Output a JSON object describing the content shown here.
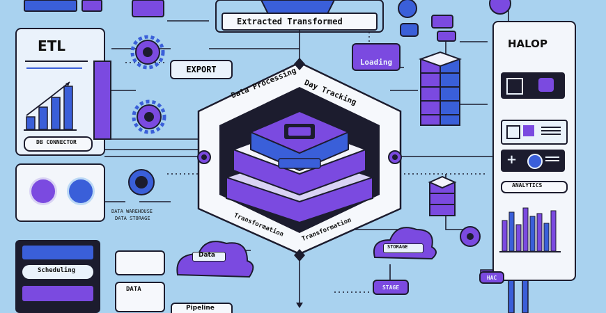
{
  "top_banner": {
    "text": "Extracted Transformed"
  },
  "etl_panel": {
    "title": "ETL",
    "footer": "DB CONNECTOR"
  },
  "halop_panel": {
    "title": "HALOP",
    "row_label": "ANALYTICS"
  },
  "export_button": {
    "text": "EXPORT"
  },
  "loading_box": {
    "text": "Loading"
  },
  "hex_labels": {
    "top_left": "Data Processing",
    "top_right": "Day Tracking",
    "bottom_left": "Transformation",
    "bottom_right": "Transformation"
  },
  "cloud_left": {
    "text": "Data"
  },
  "cloud_right": {
    "text": "STORAGE"
  },
  "bottom_boxes": {
    "middle_label": "DATA",
    "bottom_text": "Pipeline",
    "purple_tag": "STAGE",
    "hac_tag": "HAC"
  },
  "left_stack": {
    "label": "Scheduling"
  },
  "caption_text": {
    "line1": "DATA WAREHOUSE",
    "line2": "DATA STORAGE"
  },
  "colors": {
    "background": "#a9d2ef",
    "purple": "#7b4ae0",
    "blue": "#3a5fd9",
    "navy": "#1c1c2e",
    "panel": "#eaf2fb"
  }
}
